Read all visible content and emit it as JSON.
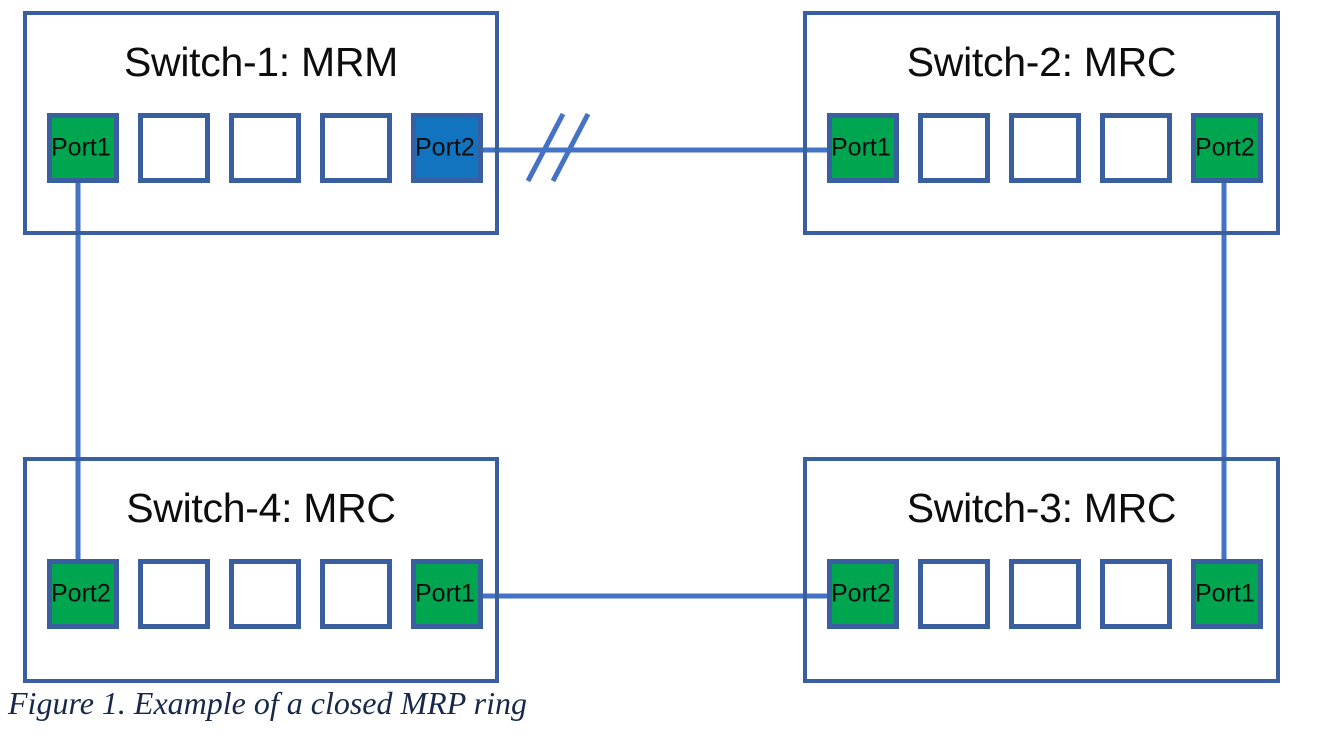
{
  "figure": {
    "caption": "Figure 1. Example of a closed MRP ring",
    "colors": {
      "chassis_border": "#3A5FA0",
      "link": "#4472C4",
      "port_forwarding_green": "#00A550",
      "port_blocked_blue": "#1273BE",
      "port_border": "#3A5FA0",
      "caption_text": "#17284B",
      "background": "#FFFFFF"
    }
  },
  "switches": [
    {
      "id": "switch-1",
      "title": "Switch-1: MRM",
      "role": "MRM",
      "ports": [
        {
          "label": "Port1",
          "state": "green"
        },
        {
          "label": "",
          "state": "empty"
        },
        {
          "label": "",
          "state": "empty"
        },
        {
          "label": "",
          "state": "empty"
        },
        {
          "label": "Port2",
          "state": "blue"
        }
      ]
    },
    {
      "id": "switch-2",
      "title": "Switch-2: MRC",
      "role": "MRC",
      "ports": [
        {
          "label": "Port1",
          "state": "green"
        },
        {
          "label": "",
          "state": "empty"
        },
        {
          "label": "",
          "state": "empty"
        },
        {
          "label": "",
          "state": "empty"
        },
        {
          "label": "Port2",
          "state": "green"
        }
      ]
    },
    {
      "id": "switch-3",
      "title": "Switch-3: MRC",
      "role": "MRC",
      "ports": [
        {
          "label": "Port2",
          "state": "green"
        },
        {
          "label": "",
          "state": "empty"
        },
        {
          "label": "",
          "state": "empty"
        },
        {
          "label": "",
          "state": "empty"
        },
        {
          "label": "Port1",
          "state": "green"
        }
      ]
    },
    {
      "id": "switch-4",
      "title": "Switch-4: MRC",
      "role": "MRC",
      "ports": [
        {
          "label": "Port2",
          "state": "green"
        },
        {
          "label": "",
          "state": "empty"
        },
        {
          "label": "",
          "state": "empty"
        },
        {
          "label": "",
          "state": "empty"
        },
        {
          "label": "Port1",
          "state": "green"
        }
      ]
    }
  ],
  "links": [
    {
      "id": "link-s1-s2",
      "from": "switch-1.Port2",
      "to": "switch-2.Port1",
      "blocked": true,
      "marker": "double-slash"
    },
    {
      "id": "link-s2-s3",
      "from": "switch-2.Port2",
      "to": "switch-3.Port1",
      "blocked": false,
      "marker": "none"
    },
    {
      "id": "link-s3-s4",
      "from": "switch-3.Port2",
      "to": "switch-4.Port1",
      "blocked": false,
      "marker": "none"
    },
    {
      "id": "link-s4-s1",
      "from": "switch-4.Port2",
      "to": "switch-1.Port1",
      "blocked": false,
      "marker": "none"
    }
  ]
}
